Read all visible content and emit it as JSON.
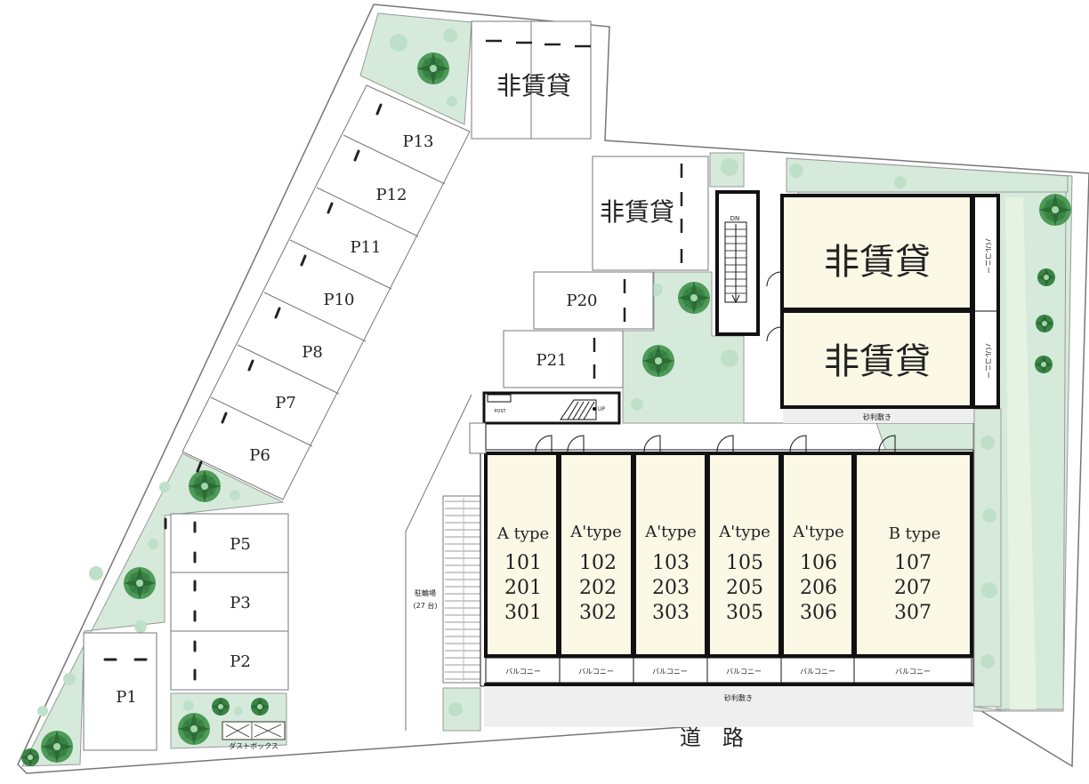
{
  "colors": {
    "green": "#d6eadb",
    "green_dot": "#bfe0c8",
    "unit_fill": "#fbf8e6",
    "gravel": "#efefef",
    "line": "#777777",
    "wall": "#111111",
    "tree": "#2f7a3c"
  },
  "labels": {
    "non_rental_1": "非賃貸",
    "non_rental_2": "非賃貸",
    "non_rental_3": "非賃貸",
    "non_rental_4": "非賃貸",
    "road": "道　路",
    "gravel_top": "砂利敷き",
    "gravel_bottom": "砂利敷き",
    "bicycle": "駐輪場",
    "bicycle_count": "(27 台)",
    "dust_box": "ダストボックス",
    "dn": "DN",
    "up": "UP",
    "post": "POST",
    "balcony_side_1": "バルコニー",
    "balcony_side_2": "バルコニー"
  },
  "parking": {
    "p13": "P13",
    "p12": "P12",
    "p11": "P11",
    "p10": "P10",
    "p8": "P8",
    "p7": "P7",
    "p6": "P6",
    "p5": "P5",
    "p3": "P3",
    "p2": "P2",
    "p1": "P1",
    "p20": "P20",
    "p21": "P21"
  },
  "units": [
    {
      "type": "A type",
      "rooms": [
        "101",
        "201",
        "301"
      ],
      "balcony": "バルコニー"
    },
    {
      "type": "A'type",
      "rooms": [
        "102",
        "202",
        "302"
      ],
      "balcony": "バルコニー"
    },
    {
      "type": "A'type",
      "rooms": [
        "103",
        "203",
        "303"
      ],
      "balcony": "バルコニー"
    },
    {
      "type": "A'type",
      "rooms": [
        "105",
        "205",
        "305"
      ],
      "balcony": "バルコニー"
    },
    {
      "type": "A'type",
      "rooms": [
        "106",
        "206",
        "306"
      ],
      "balcony": "バルコニー"
    },
    {
      "type": "B type",
      "rooms": [
        "107",
        "207",
        "307"
      ],
      "balcony": "バルコニー"
    }
  ]
}
